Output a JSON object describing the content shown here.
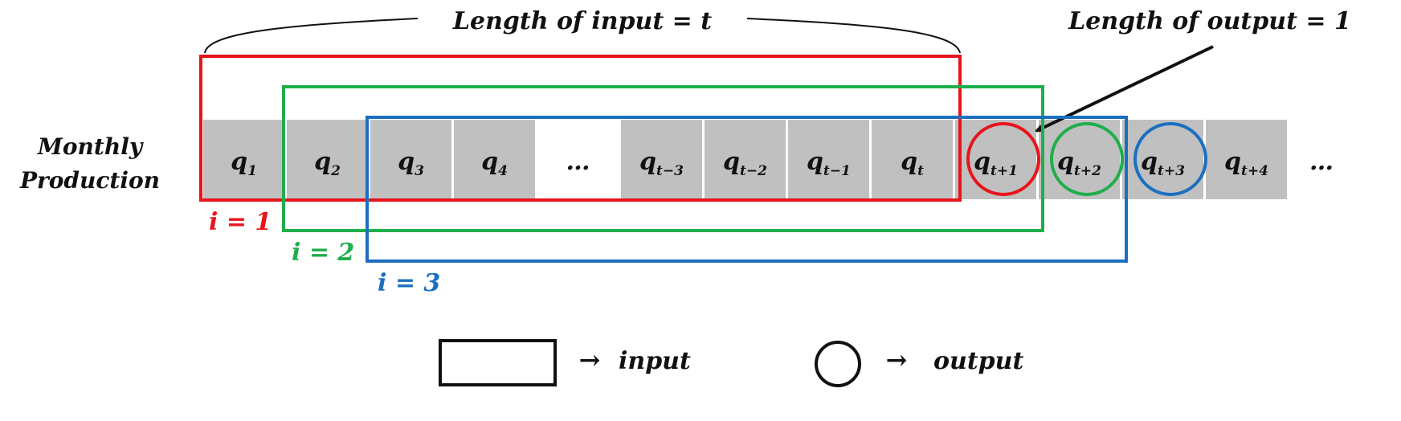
{
  "row_label": [
    "Monthly",
    "Production"
  ],
  "length_input_label": "Length of input = t",
  "length_output_label": "Length of output = 1",
  "cells": [
    {
      "base": "q",
      "sub": "1"
    },
    {
      "base": "q",
      "sub": "2"
    },
    {
      "base": "q",
      "sub": "3"
    },
    {
      "base": "q",
      "sub": "4"
    },
    {
      "base": "…",
      "sub": "",
      "blank": true
    },
    {
      "base": "q",
      "sub": "t−3"
    },
    {
      "base": "q",
      "sub": "t−2"
    },
    {
      "base": "q",
      "sub": "t−1"
    },
    {
      "base": "q",
      "sub": "t"
    },
    {
      "base": "q",
      "sub": "t+1"
    },
    {
      "base": "q",
      "sub": "t+2"
    },
    {
      "base": "q",
      "sub": "t+3"
    },
    {
      "base": "q",
      "sub": "t+4"
    }
  ],
  "trailing_ellipsis": "…",
  "windows": [
    {
      "label": "i = 1",
      "color": "#e8141b"
    },
    {
      "label": "i = 2",
      "color": "#1fae4b"
    },
    {
      "label": "i = 3",
      "color": "#1a6fc0"
    }
  ],
  "legend": {
    "arrow": "→",
    "input_label": "input",
    "output_label": "output"
  },
  "colors": {
    "cell_fill": "#c0c0c0",
    "stroke": "#111111"
  }
}
